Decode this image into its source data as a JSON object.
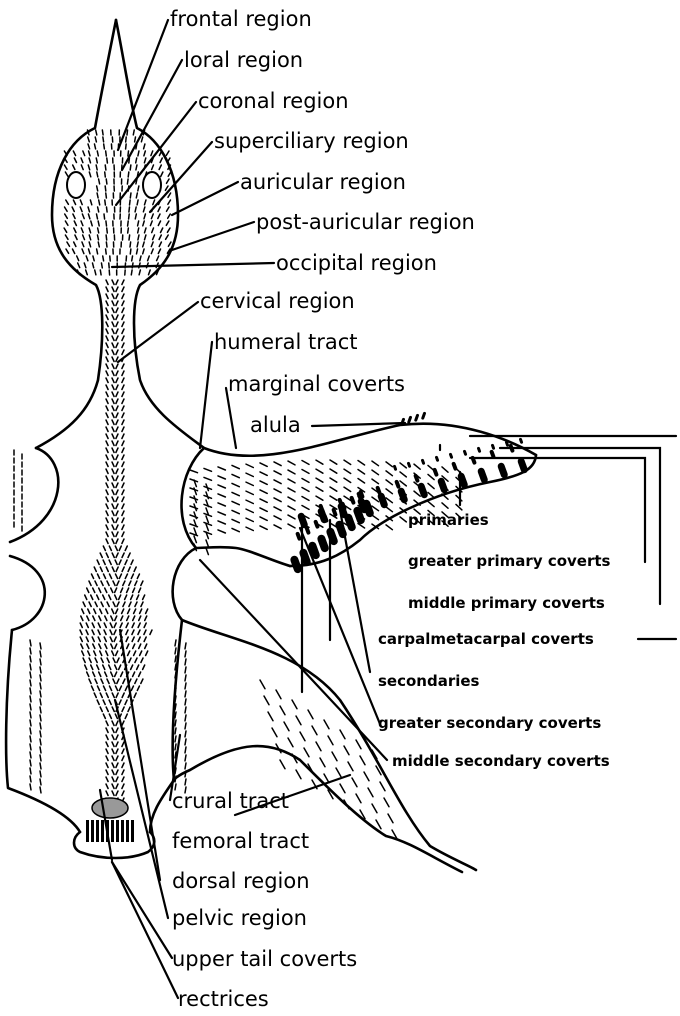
{
  "figure": {
    "labels": {
      "frontal": "frontal region",
      "loral": "loral region",
      "coronal": "coronal region",
      "superciliary": "superciliary region",
      "auricular": "auricular region",
      "post_auricular": "post-auricular region",
      "occipital": "occipital region",
      "cervical": "cervical region",
      "humeral": "humeral tract",
      "marginal": "marginal coverts",
      "alula": "alula",
      "primaries": "primaries",
      "greater_primary": "greater primary coverts",
      "middle_primary": "middle primary coverts",
      "carpalmetacarpal": "carpalmetacarpal coverts",
      "secondaries": "secondaries",
      "greater_secondary": "greater secondary coverts",
      "middle_secondary": "middle secondary coverts",
      "crural": "crural tract",
      "femoral": "femoral tract",
      "dorsal": "dorsal region",
      "pelvic": "pelvic region",
      "upper_tail": "upper tail coverts",
      "rectrices": "rectrices"
    }
  }
}
